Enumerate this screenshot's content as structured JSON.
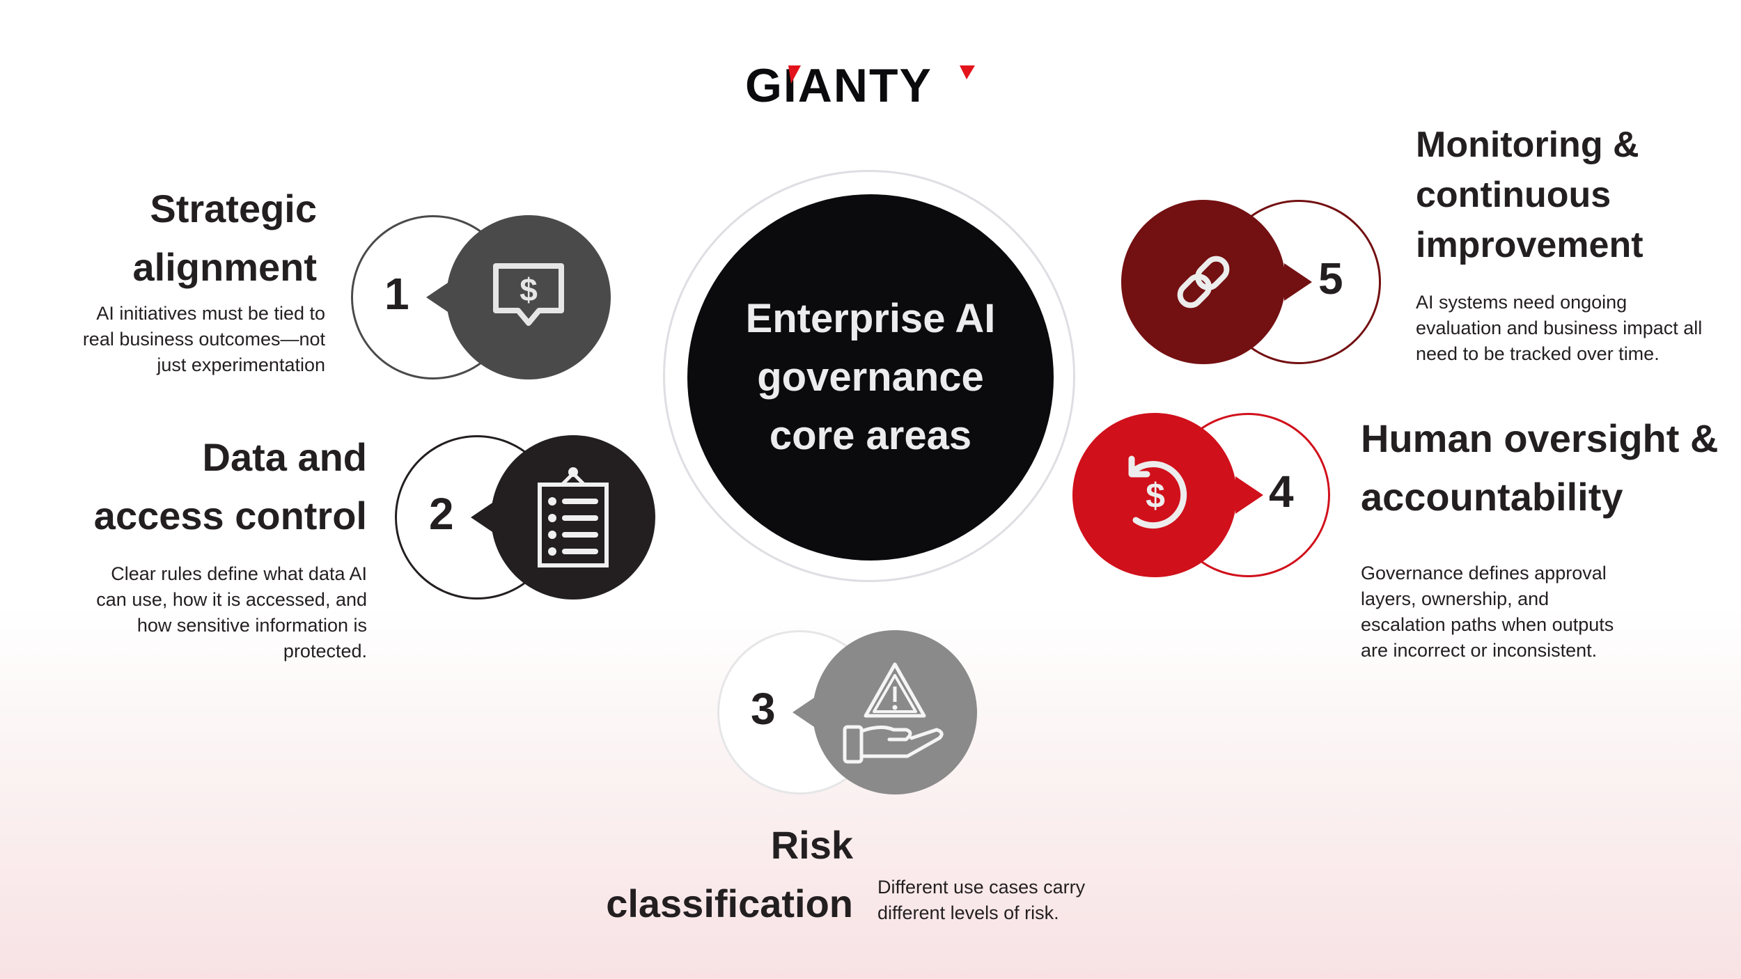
{
  "logo": {
    "text": "GIANTY",
    "accent_color": "#e3131b",
    "color": "#0b0a0c"
  },
  "center": {
    "title": "Enterprise AI governance core areas",
    "lines": [
      "Enterprise AI",
      "governance",
      "core areas"
    ],
    "color": "#0b0a0c"
  },
  "items": [
    {
      "number": "1",
      "title_lines": [
        "Strategic",
        "alignment"
      ],
      "description_lines": [
        "AI initiatives must be tied to",
        "real business outcomes—not",
        "just experimentation"
      ],
      "icon": "dollar-chat-icon",
      "color": "#4a4a4b"
    },
    {
      "number": "2",
      "title_lines": [
        "Data and",
        "access control"
      ],
      "description_lines": [
        "Clear rules define what data AI",
        "can use, how it is accessed, and",
        "how sensitive information is",
        "protected."
      ],
      "icon": "clipboard-list-icon",
      "color": "#231f20"
    },
    {
      "number": "3",
      "title_lines": [
        "Risk",
        "classification"
      ],
      "description_lines": [
        "Different use cases carry",
        "different levels of risk."
      ],
      "icon": "hand-warning-icon",
      "color": "#8a8a8a"
    },
    {
      "number": "4",
      "title_lines": [
        "Human oversight &",
        "accountability"
      ],
      "description_lines": [
        "Governance defines approval",
        "layers, ownership, and",
        "escalation paths when outputs",
        "are incorrect or inconsistent."
      ],
      "icon": "refund-dollar-icon",
      "color": "#d0101b"
    },
    {
      "number": "5",
      "title_lines": [
        "Monitoring &",
        "continuous",
        "improvement"
      ],
      "description_lines": [
        "AI systems need ongoing",
        "evaluation and business impact all",
        "need to be tracked over time."
      ],
      "icon": "link-icon",
      "color": "#731012"
    }
  ]
}
